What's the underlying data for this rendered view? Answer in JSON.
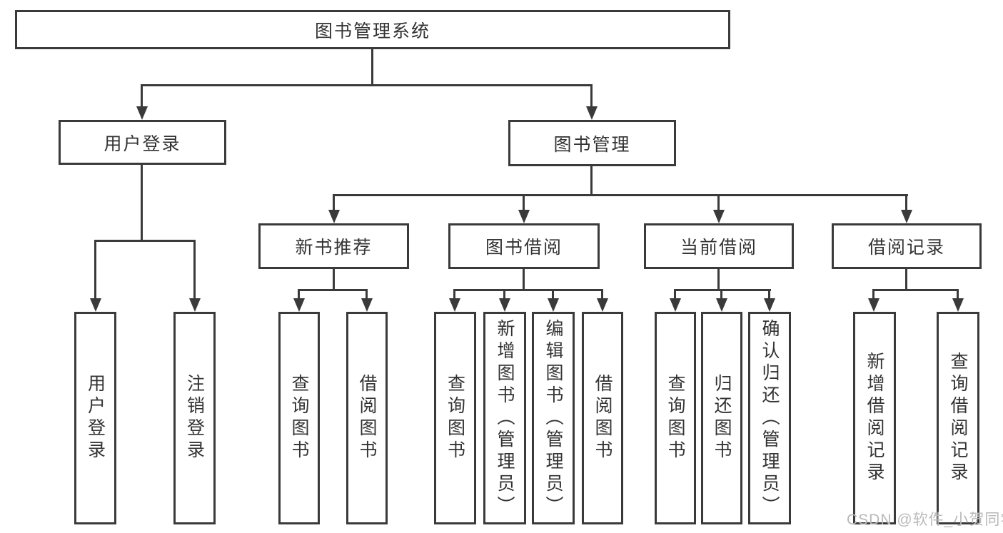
{
  "diagram": {
    "type": "hierarchy",
    "root": "图书管理系统",
    "level2": {
      "user_login": "用户登录",
      "book_mgmt": "图书管理"
    },
    "level3": {
      "new_books": "新书推荐",
      "book_borrow": "图书借阅",
      "current_borrow": "当前借阅",
      "borrow_records": "借阅记录"
    },
    "leaves": {
      "login": [
        "用户登录",
        "注销登录"
      ],
      "new_books": [
        "查询图书",
        "借阅图书"
      ],
      "book_borrow": [
        "查询图书",
        "新增图书（管理员）",
        "编辑图书（管理员）",
        "借阅图书"
      ],
      "current_borrow": [
        "查询图书",
        "归还图书",
        "确认归还（管理员）"
      ],
      "borrow_records": [
        "新增借阅记录",
        "查询借阅记录"
      ]
    }
  },
  "watermark": "CSDN @软件_小贺同学",
  "colors": {
    "line": "#3a3a3a",
    "text": "#333333",
    "background": "#ffffff",
    "watermark": "#b9b9b9"
  }
}
